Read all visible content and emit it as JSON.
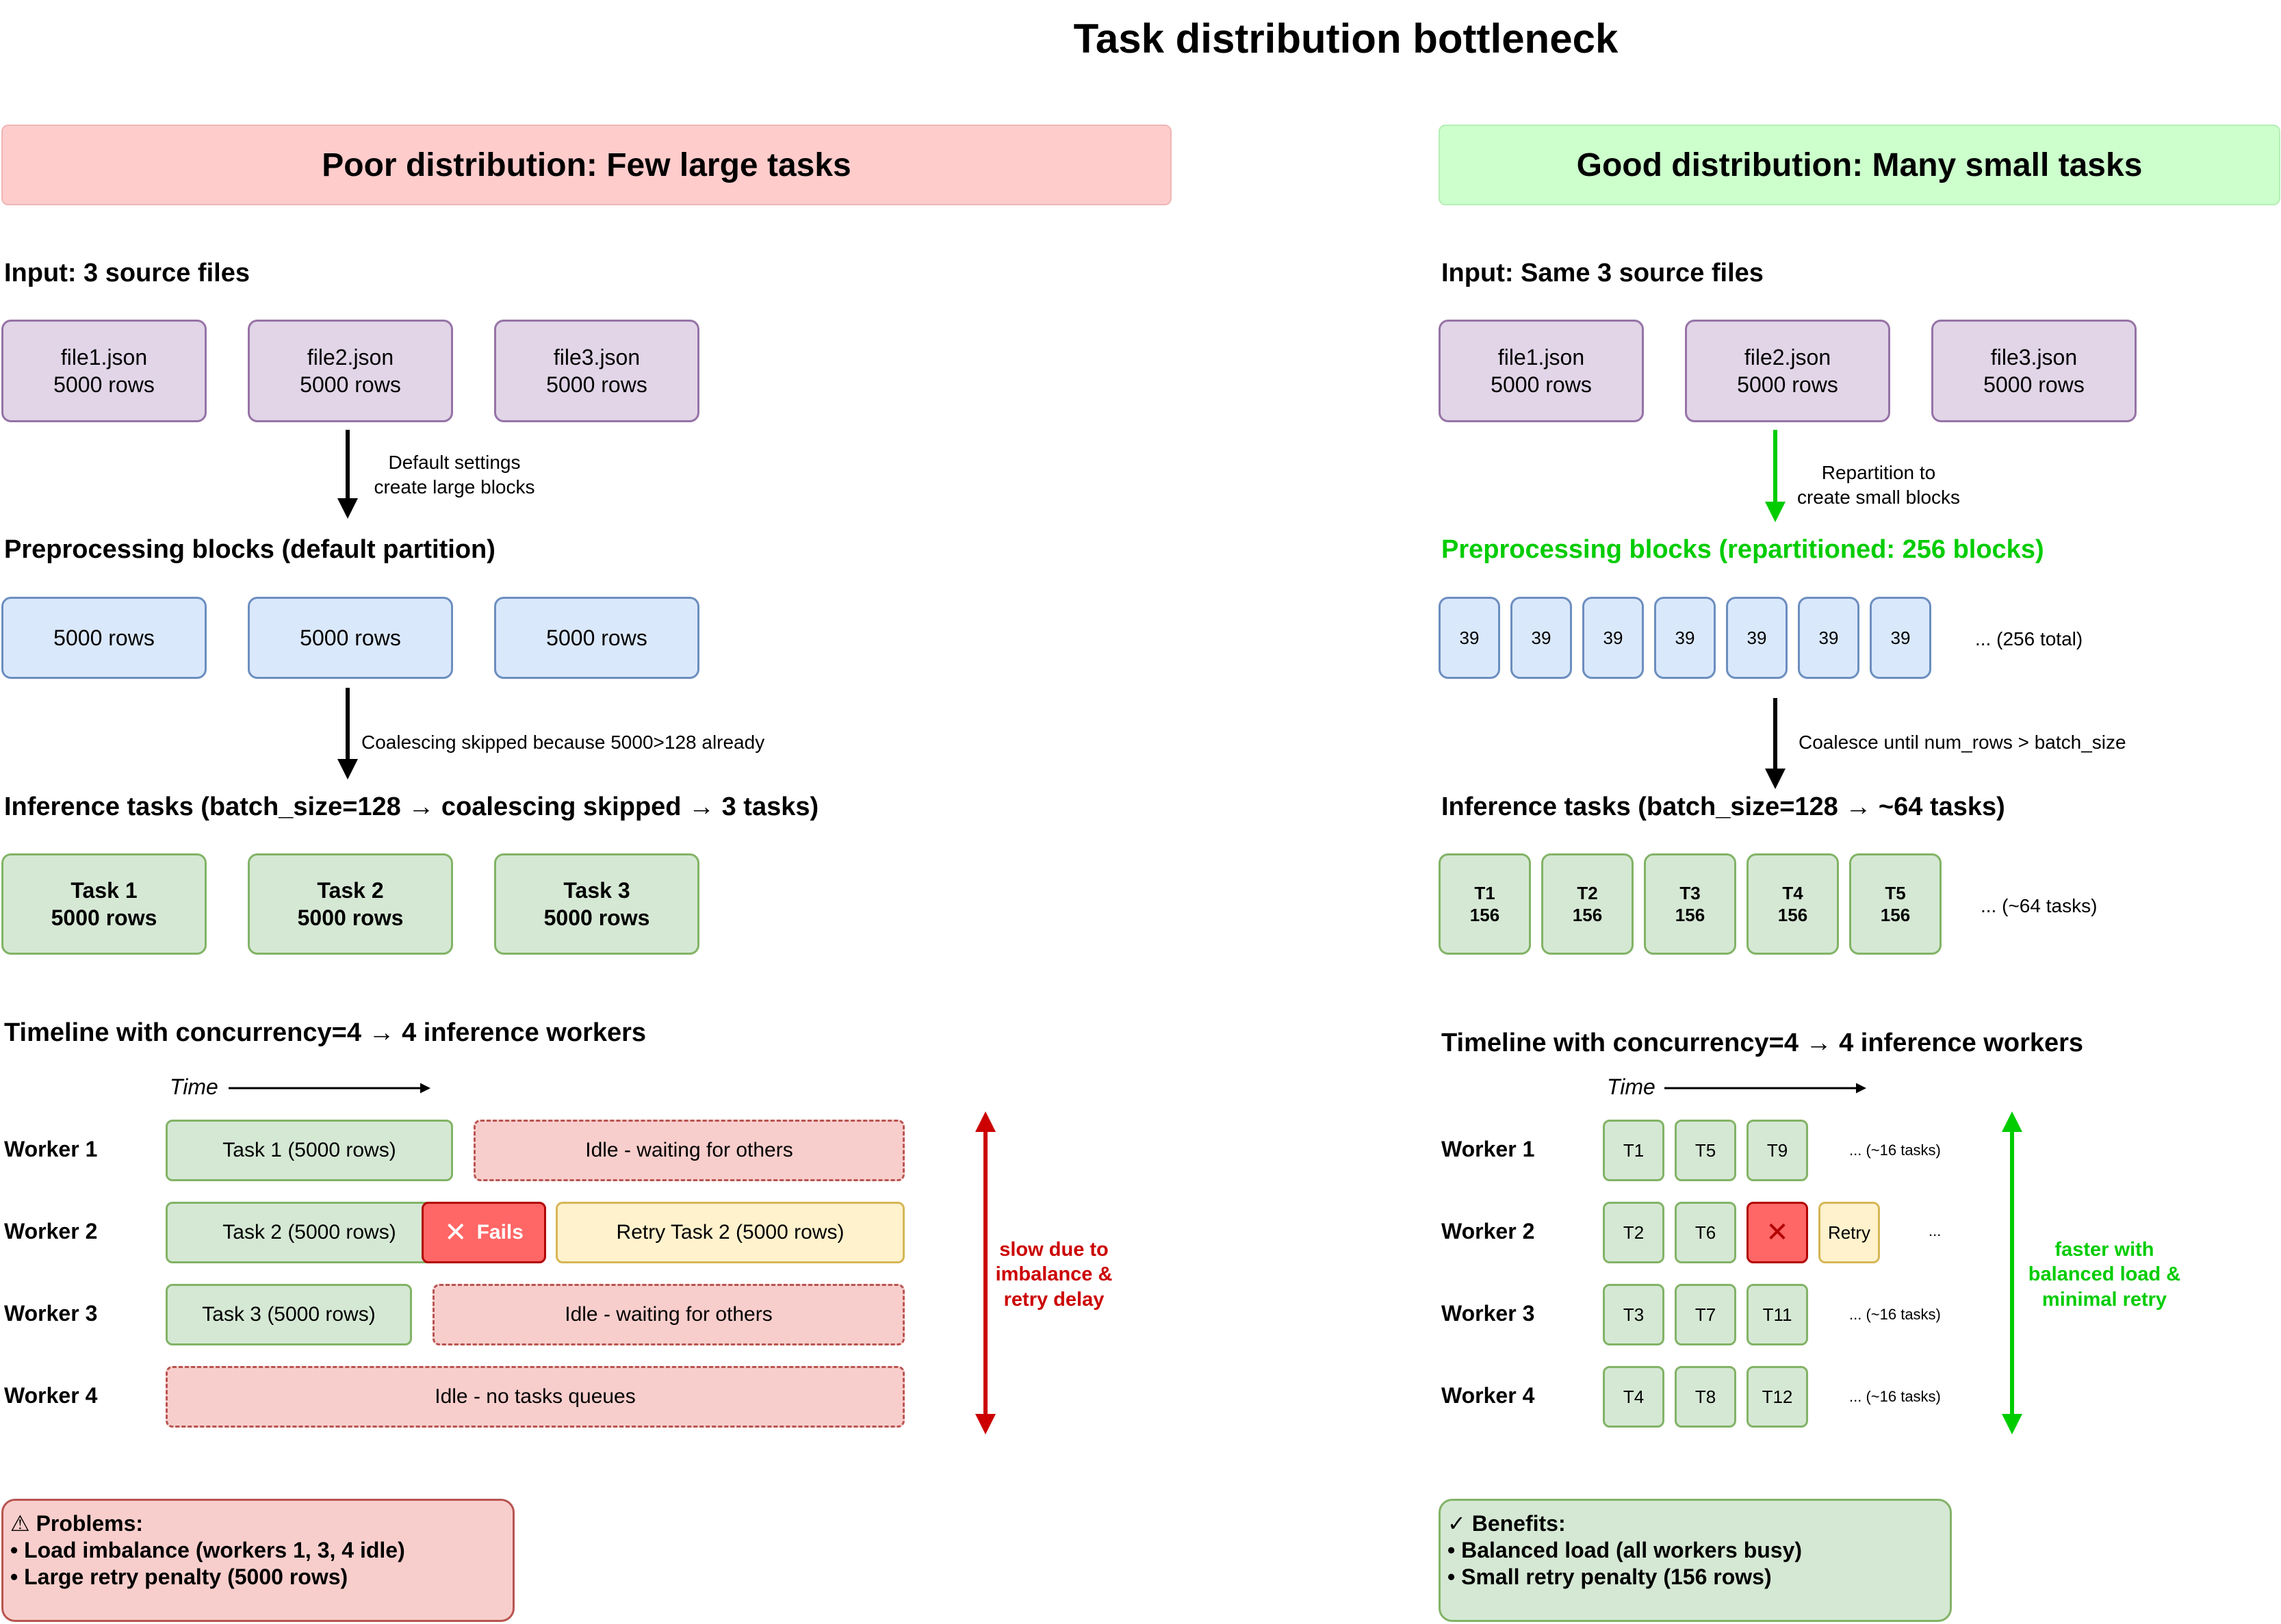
{
  "title": "Task distribution bottleneck",
  "colors": {
    "poor_header": "#ffcccc",
    "good_header": "#ccffcc",
    "accent_green": "#00cc00",
    "accent_red": "#cc0000",
    "fail_fill": "#ff6666"
  },
  "poor": {
    "header": "Poor distribution: Few large tasks",
    "input_heading": "Input: 3 source files",
    "files": [
      "file1.json\n5000 rows",
      "file2.json\n5000 rows",
      "file3.json\n5000 rows"
    ],
    "arrow1_label": "Default settings\ncreate large blocks",
    "blocks_heading": "Preprocessing blocks (default partition)",
    "blocks": [
      "5000 rows",
      "5000 rows",
      "5000 rows"
    ],
    "arrow2_label": "Coalescing skipped because 5000>128 already",
    "tasks_heading": "Inference tasks (batch_size=128 → coalescing skipped → 3 tasks)",
    "tasks": [
      "Task 1\n5000 rows",
      "Task 2\n5000 rows",
      "Task 3\n5000 rows"
    ],
    "timeline_heading": "Timeline with concurrency=4 → 4 inference workers",
    "time_label": "Time",
    "workers": [
      "Worker 1",
      "Worker 2",
      "Worker 3",
      "Worker 4"
    ],
    "w1_task": "Task 1 (5000 rows)",
    "w1_idle": "Idle - waiting for others",
    "w2_task": "Task 2 (5000 rows)",
    "w2_fail": "Fails",
    "w2_retry": "Retry Task 2 (5000 rows)",
    "w3_task": "Task 3 (5000 rows)",
    "w3_idle": "Idle - waiting for others",
    "w4_idle": "Idle - no tasks queues",
    "side_note": "slow due to\nimbalance &\nretry delay",
    "summary": "⚠ Problems:\n• Load imbalance (workers 1, 3, 4 idle)\n• Large retry penalty (5000 rows)"
  },
  "good": {
    "header": "Good distribution: Many small tasks",
    "input_heading": "Input: Same 3 source files",
    "files": [
      "file1.json\n5000 rows",
      "file2.json\n5000 rows",
      "file3.json\n5000 rows"
    ],
    "arrow1_label": "Repartition to\ncreate small blocks",
    "blocks_heading": "Preprocessing blocks (repartitioned: 256 blocks)",
    "blocks": [
      "39",
      "39",
      "39",
      "39",
      "39",
      "39",
      "39"
    ],
    "blocks_more": "... (256 total)",
    "arrow2_label": "Coalesce until num_rows > batch_size",
    "tasks_heading": "Inference tasks (batch_size=128 → ~64 tasks)",
    "tasks": [
      "T1\n156",
      "T2\n156",
      "T3\n156",
      "T4\n156",
      "T5\n156"
    ],
    "tasks_more": "... (~64 tasks)",
    "timeline_heading": "Timeline with concurrency=4 → 4 inference workers",
    "time_label": "Time",
    "workers": [
      "Worker 1",
      "Worker 2",
      "Worker 3",
      "Worker 4"
    ],
    "w1": [
      "T1",
      "T5",
      "T9"
    ],
    "w2": [
      "T2",
      "T6"
    ],
    "w2_retry": "Retry",
    "w3": [
      "T3",
      "T7",
      "T11"
    ],
    "w4": [
      "T4",
      "T8",
      "T12"
    ],
    "w1_more": "... (~16 tasks)",
    "w2_more": "...",
    "w3_more": "... (~16 tasks)",
    "w4_more": "... (~16 tasks)",
    "side_note": "faster with\nbalanced load &\nminimal retry",
    "summary": "✓ Benefits:\n• Balanced load (all workers busy)\n• Small retry penalty (156 rows)"
  }
}
